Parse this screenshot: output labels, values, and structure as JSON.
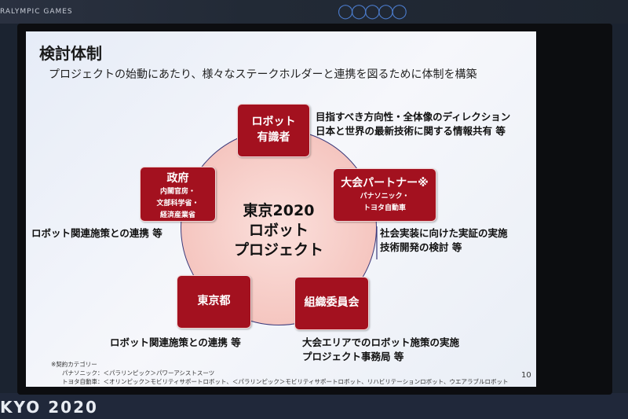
{
  "background": {
    "top_logo_text": "RALYMPIC GAMES",
    "bottom_logo_text": "KYO 2020"
  },
  "slide": {
    "title": "検討体制",
    "subtitle": "プロジェクトの始動にあたり、様々なステークホルダーと連携を図るために体制を構築",
    "center": [
      "東京2020",
      "ロボット",
      "プロジェクト"
    ],
    "nodes": {
      "experts": {
        "title": [
          "ロボット",
          "有識者"
        ],
        "note": [
          "目指すべき方向性・全体像のディレクション",
          "日本と世界の最新技術に関する情報共有 等"
        ]
      },
      "government": {
        "title": "政府",
        "sub": [
          "内閣官房・",
          "文部科学省・",
          "経済産業省"
        ],
        "note": [
          "ロボット関連施策との連携 等"
        ]
      },
      "partner": {
        "title": "大会パートナー※",
        "sub": [
          "パナソニック・",
          "トヨタ自動車"
        ],
        "note": [
          "社会実装に向けた実証の実施",
          "技術開発の検討 等"
        ]
      },
      "tokyo": {
        "title": "東京都",
        "note": [
          "ロボット関連施策との連携 等"
        ]
      },
      "committee": {
        "title": "組織委員会",
        "note": [
          "大会エリアでのロボット施策の実施",
          "プロジェクト事務局 等"
        ]
      }
    },
    "footnote": [
      "※契約カテゴリー",
      "パナソニック：＜パラリンピック＞パワーアシストスーツ",
      "トヨタ自動車：＜オリンピック＞モビリティサポートロボット、＜パラリンピック＞モビリティサポートロボット、リハビリテーションロボット、ウエアラブルロボット"
    ],
    "page_number": "10"
  },
  "colors": {
    "box": "#a3111f",
    "circle": "#f5c6c0"
  }
}
